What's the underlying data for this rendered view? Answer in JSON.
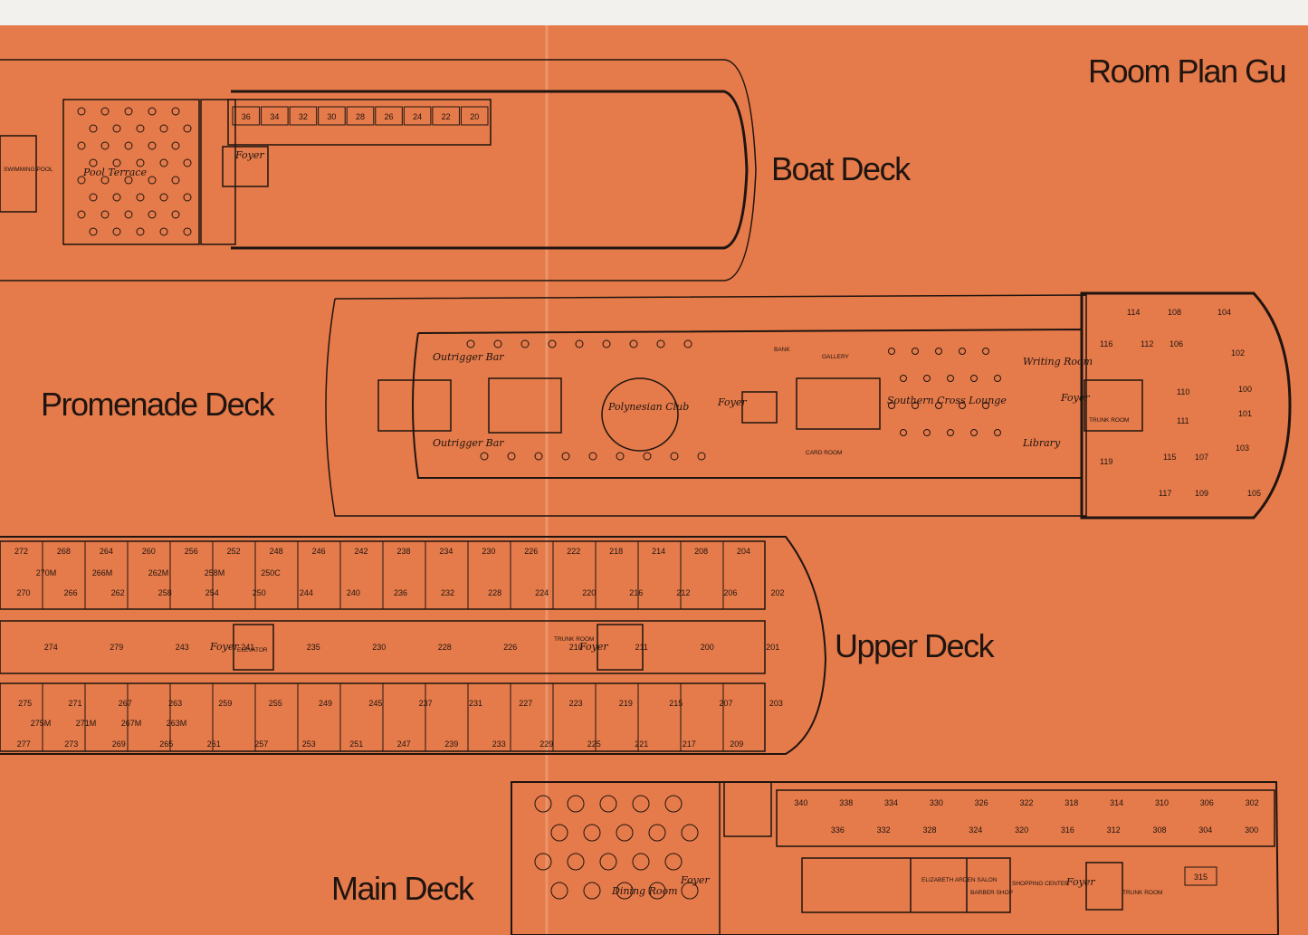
{
  "title": "Room Plan Gu",
  "decks": {
    "boat": "Boat Deck",
    "promenade": "Promenade Deck",
    "upper": "Upper Deck",
    "main": "Main Deck"
  },
  "boat_deck": {
    "rooms": [
      "36",
      "34",
      "32",
      "30",
      "28",
      "26",
      "24",
      "22",
      "20"
    ],
    "areas": {
      "pool": "SWIMMING POOL",
      "terrace": "Pool Terrace",
      "foyer": "Foyer"
    }
  },
  "promenade_deck": {
    "rooms": [
      "114",
      "108",
      "104",
      "116",
      "112",
      "106",
      "102",
      "110",
      "100",
      "111",
      "101",
      "103",
      "119",
      "115",
      "107",
      "117",
      "109",
      "105"
    ],
    "areas": {
      "outrigger_top": "Outrigger Bar",
      "outrigger_bottom": "Outrigger Bar",
      "polynesian": "Polynesian Club",
      "bank": "BANK",
      "gallery": "GALLERY",
      "southern_cross": "Southern Cross Lounge",
      "card_room": "CARD ROOM",
      "library": "Library",
      "writing_room": "Writing Room",
      "foyer_mid": "Foyer",
      "foyer_fwd": "Foyer",
      "trunk_room": "TRUNK ROOM"
    }
  },
  "upper_deck": {
    "row1": [
      "272",
      "268",
      "264",
      "260",
      "256",
      "252",
      "248",
      "246",
      "242",
      "238",
      "234",
      "230",
      "226",
      "222",
      "218",
      "214",
      "208",
      "204"
    ],
    "row2": [
      "270M",
      "266M",
      "262M",
      "258M",
      "250C"
    ],
    "row3": [
      "270",
      "266",
      "262",
      "258",
      "254",
      "250",
      "244",
      "240",
      "236",
      "232",
      "228",
      "224",
      "220",
      "216",
      "212",
      "206",
      "202"
    ],
    "mid": [
      "274",
      "279",
      "243",
      "241",
      "235",
      "230",
      "228",
      "226",
      "210",
      "211",
      "200",
      "201"
    ],
    "row4": [
      "275",
      "271",
      "267",
      "263",
      "259",
      "255",
      "249",
      "245",
      "237",
      "231",
      "227",
      "223",
      "219",
      "215",
      "207",
      "203"
    ],
    "row5": [
      "275M",
      "271M",
      "267M",
      "263M"
    ],
    "row6": [
      "277",
      "273",
      "269",
      "265",
      "261",
      "257",
      "253",
      "251",
      "247",
      "239",
      "233",
      "229",
      "225",
      "221",
      "217",
      "209"
    ],
    "areas": {
      "foyer1": "Foyer",
      "foyer2": "Foyer",
      "trunk": "TRUNK ROOM",
      "elevator": "ELEVATOR"
    }
  },
  "main_deck": {
    "row1": [
      "340",
      "338",
      "334",
      "330",
      "326",
      "322",
      "318",
      "314",
      "310",
      "306",
      "302"
    ],
    "row2": [
      "336",
      "332",
      "328",
      "324",
      "320",
      "316",
      "312",
      "308",
      "304",
      "300"
    ],
    "extra": [
      "315"
    ],
    "areas": {
      "dining": "Dining Room",
      "foyer1": "Foyer",
      "foyer2": "Foyer",
      "salon": "ELIZABETH ARDEN SALON",
      "barber": "BARBER SHOP",
      "shopping": "SHOPPING CENTER",
      "trunk": "TRUNK ROOM"
    }
  }
}
